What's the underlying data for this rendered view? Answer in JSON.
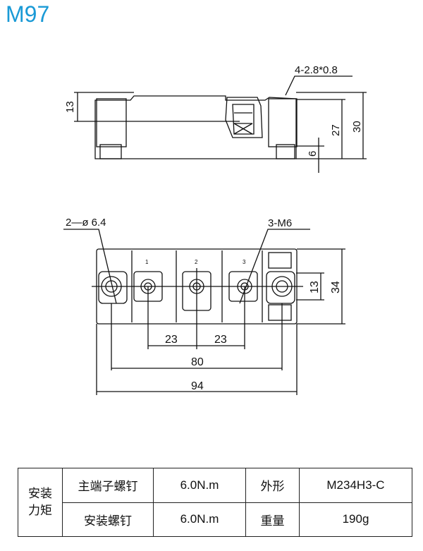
{
  "title": "M97",
  "side_view": {
    "terminal_note": "4-2.8*0.8",
    "dims": {
      "height_13": "13",
      "height_27": "27",
      "height_30": "30",
      "height_6": "6"
    }
  },
  "top_view": {
    "hole_note": "2—ø 6.4",
    "screw_note": "3-M6",
    "terminal_labels": [
      "1",
      "2",
      "3"
    ],
    "dims": {
      "pitch_1": "23",
      "pitch_2": "23",
      "hole_spacing": "80",
      "length": "94",
      "height_13": "13",
      "width": "34"
    }
  },
  "spec_table": {
    "torque_header": "安装\n力矩",
    "rows": [
      {
        "label": "主端子螺钉",
        "value": "6.0N.m",
        "key": "外形",
        "key_value": "M234H3-C"
      },
      {
        "label": "安装螺钉",
        "value": "6.0N.m",
        "key": "重量",
        "key_value": "190g"
      }
    ]
  }
}
